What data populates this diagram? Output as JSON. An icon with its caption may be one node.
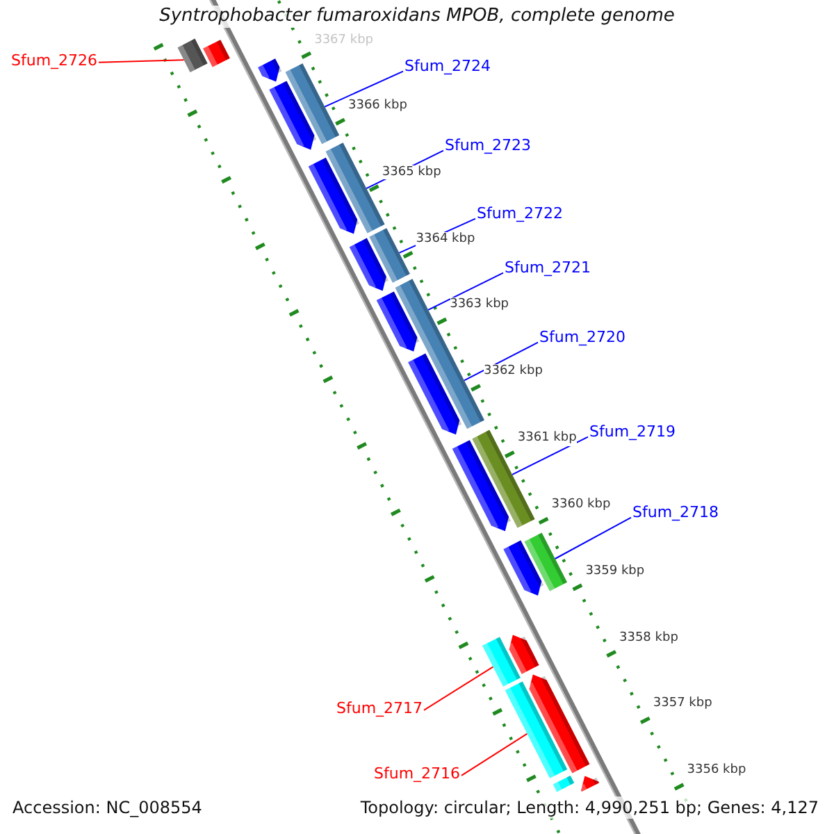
{
  "diagram": {
    "title": "Syntrophobacter fumaroxidans MPOB, complete genome",
    "nodes": [
      {
        "text": [
          "Sfum_2726"
        ]
      },
      {
        "text": [
          "Sfum_2724"
        ]
      },
      {
        "text": [
          "Sfum_2723"
        ]
      },
      {
        "text": [
          "Sfum_2722"
        ]
      },
      {
        "text": [
          "Sfum_2721"
        ]
      },
      {
        "text": [
          "Sfum_2720"
        ]
      },
      {
        "text": [
          "Sfum_2719"
        ]
      },
      {
        "text": [
          "Sfum_2718"
        ]
      },
      {
        "text": [
          "Sfum_2717"
        ]
      },
      {
        "text": [
          "Sfum_2716"
        ]
      },
      {
        "text": [],
        "shape": "bar"
      },
      {
        "text": [],
        "shape": "bar"
      },
      {
        "text": [],
        "shape": "bar"
      },
      {
        "text": [],
        "shape": "bar"
      },
      {
        "text": [],
        "shape": "bar"
      },
      {
        "text": [],
        "shape": "bar"
      },
      {
        "text": [],
        "shape": "bar"
      },
      {
        "text": [],
        "shape": "bar"
      },
      {
        "text": [],
        "shape": "bar"
      },
      {
        "text": [],
        "shape": "bar"
      },
      {
        "text": [],
        "shape": "bar"
      },
      {
        "text": [],
        "shape": "bar"
      },
      {
        "text": [],
        "shape": "bar"
      },
      {
        "text": [],
        "shape": "bar"
      },
      {
        "text": [],
        "shape": "bar"
      },
      {
        "text": [],
        "shape": "bar"
      },
      {
        "text": [],
        "shape": "bar"
      },
      {
        "text": [],
        "shape": "bar"
      },
      {
        "text": [],
        "shape": "bar"
      },
      {
        "text": [],
        "shape": "bar"
      },
      {
        "text": [],
        "shape": "bar"
      },
      {
        "text": [],
        "shape": "bar"
      }
    ],
    "edges": [
      {
        "from": 0,
        "to": 10,
        "arrow": "none",
        "color": "#ff0000"
      },
      {
        "from": 1,
        "to": 13,
        "arrow": "none"
      },
      {
        "from": 2,
        "to": 16,
        "arrow": "none"
      },
      {
        "from": 3,
        "to": 18,
        "arrow": "none"
      },
      {
        "from": 4,
        "to": 20,
        "arrow": "none"
      },
      {
        "from": 5,
        "to": 20,
        "arrow": "none"
      },
      {
        "from": 6,
        "to": 23,
        "arrow": "none"
      },
      {
        "from": 7,
        "to": 25,
        "arrow": "none"
      },
      {
        "from": 8,
        "to": 27,
        "arrow": "none",
        "color": "#ff0000"
      },
      {
        "from": 9,
        "to": 29,
        "arrow": "none",
        "color": "#ff0000"
      }
    ],
    "labels": [
      "3367 kbp",
      "3366 kbp",
      "3365 kbp",
      "3364 kbp",
      "3363 kbp",
      "3362 kbp",
      "3361 kbp",
      "3360 kbp",
      "3359 kbp",
      "3358 kbp",
      "3357 kbp",
      "3356 kbp",
      "Accession: NC_008554",
      "Topology: circular; Length: 4,990,251 bp; Genes: 4,127"
    ]
  }
}
